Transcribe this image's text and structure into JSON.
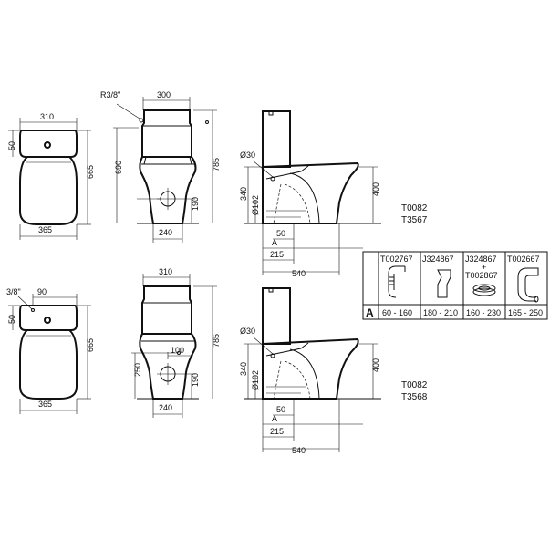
{
  "top": {
    "plan_width": "310",
    "plan_offset": "50",
    "plan_depth": "665",
    "plan_base_width": "365",
    "front_cistern_width": "300",
    "front_inlet": "R3/8\"",
    "front_total_height": "785",
    "front_seat_height": "690",
    "front_outlet_height": "190",
    "front_base_width": "240",
    "side_pipe_dia": "Ø30",
    "side_dia102": "Ø102",
    "side_340": "340",
    "side_400": "400",
    "side_50": "50",
    "side_A": "A",
    "side_215": "215",
    "side_540": "540",
    "code1": "T0082",
    "code2": "T3567"
  },
  "bottom": {
    "plan_inlet": "3/8\"",
    "plan_90": "90",
    "plan_offset": "50",
    "plan_depth": "665",
    "plan_base_width": "365",
    "front_cistern_width": "310",
    "front_inlet_offset": "100",
    "front_total_height": "785",
    "front_outlet_height": "250",
    "front_outlet_190": "190",
    "front_base_width": "240",
    "side_pipe_dia": "Ø30",
    "side_dia102": "Ø102",
    "side_340": "340",
    "side_400": "400",
    "side_50": "50",
    "side_A": "A",
    "side_215": "215",
    "side_540": "540",
    "code1": "T0082",
    "code2": "T3568"
  },
  "table": {
    "row_label": "A",
    "columns": [
      {
        "code": "T002767",
        "range": "60 - 160"
      },
      {
        "code": "J324867",
        "range": "180 - 210"
      },
      {
        "code": "J324867",
        "code_plus": "+",
        "code2": "T002867",
        "range": "160 - 230"
      },
      {
        "code": "T002667",
        "range": "165 - 250"
      }
    ]
  }
}
